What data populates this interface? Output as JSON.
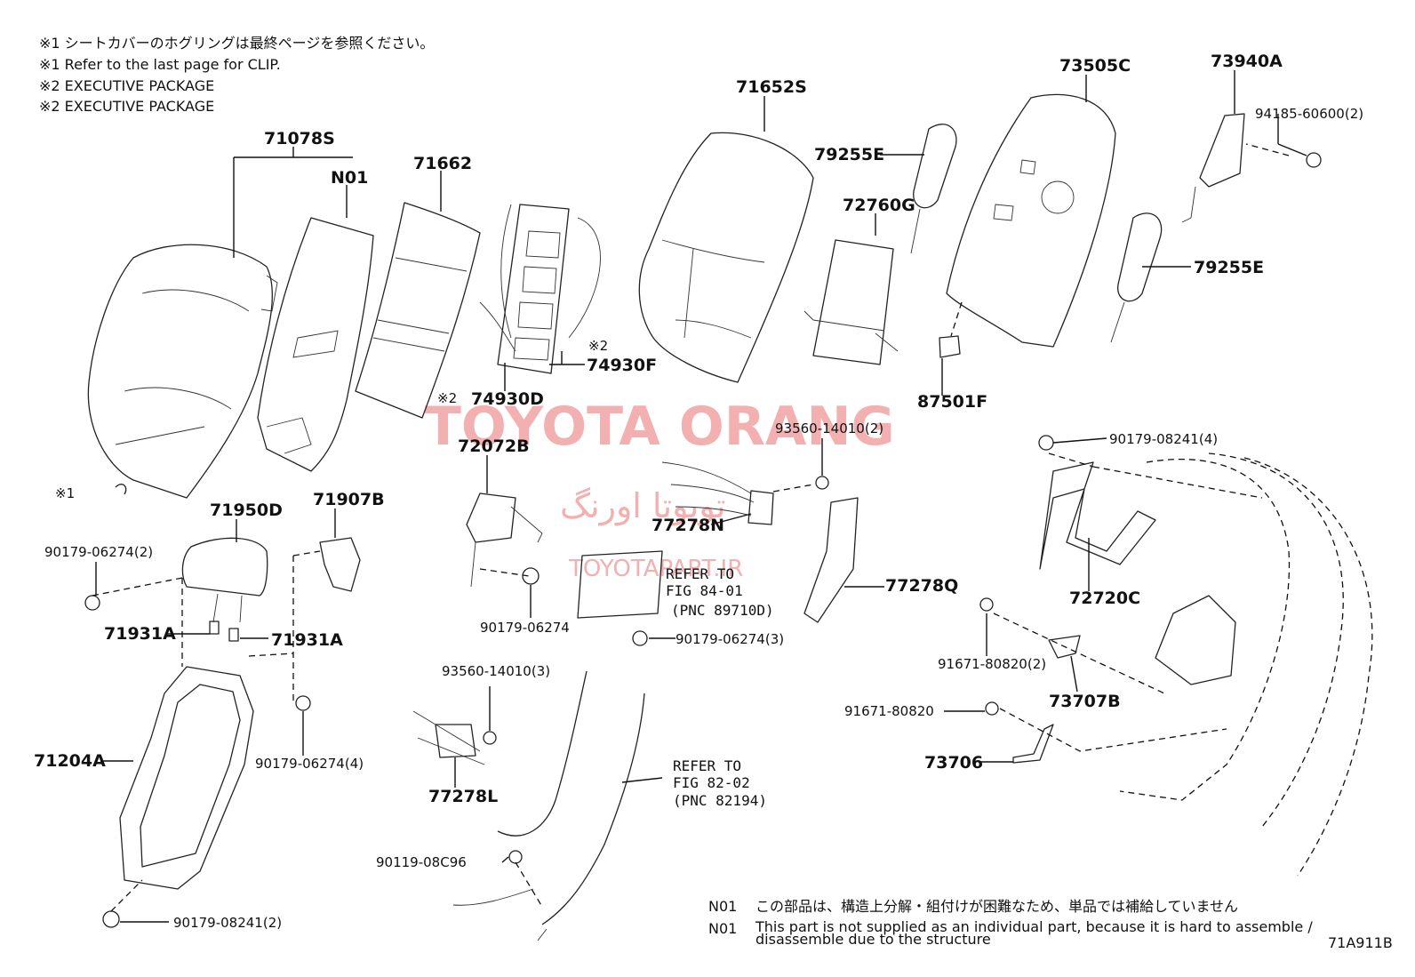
{
  "notes": [
    "※1  シートカバーのホグリングは最終ページを参照ください。",
    "※1  Refer to the last page for CLIP.",
    "※2  EXECUTIVE  PACKAGE",
    "※2  EXECUTIVE PACKAGE"
  ],
  "marks": {
    "m1": "※1",
    "m2": "※2"
  },
  "watermark": {
    "title": "TOYOTA ORANG",
    "persian": "تویوتا اورنگ",
    "url": "TOYOTAPART.IR",
    "color": "#f0a3a3"
  },
  "labels": {
    "l71078S": "71078S",
    "lN01": "N01",
    "l71662": "71662",
    "l71652S": "71652S",
    "l73505C": "73505C",
    "l73940A": "73940A",
    "l94185": "94185-60600(2)",
    "l79255E_a": "79255E",
    "l72760G": "72760G",
    "l79255E_b": "79255E",
    "l87501F": "87501F",
    "l74930F": "74930F",
    "l74930D": "74930D",
    "l72072B": "72072B",
    "l93560_2": "93560-14010(2)",
    "l90179_08241_4": "90179-08241(4)",
    "l71950D": "71950D",
    "l71907B": "71907B",
    "l90179_06274_2": "90179-06274(2)",
    "l77278N": "77278N",
    "l90179_06274_mid": "90179-06274",
    "l90179_06274_3": "90179-06274(3)",
    "l77278Q": "77278Q",
    "l72720C": "72720C",
    "l91671_80820_2": "91671-80820(2)",
    "l73707B": "73707B",
    "l71931A_a": "71931A",
    "l71931A_b": "71931A",
    "l93560_3": "93560-14010(3)",
    "l91671_80820": "91671-80820",
    "l73706": "73706",
    "l71204A": "71204A",
    "l90179_06274_4": "90179-06274(4)",
    "l77278L": "77278L",
    "l90119": "90119-08C96",
    "l90179_08241_2": "90179-08241(2)"
  },
  "refer1": [
    "REFER TO",
    "FIG 84-01",
    "(PNC 89710D)"
  ],
  "refer2": [
    "REFER TO",
    "FIG 82-02",
    "(PNC 82194)"
  ],
  "footer": {
    "code": "N01",
    "jp": "この部品は、構造上分解・組付けが困難なため、単品では補給していません",
    "en1": "This part is not supplied as an individual part, because it is hard to assemble /",
    "en2": "disassemble due to the structure"
  },
  "figure_id": "71A911B"
}
